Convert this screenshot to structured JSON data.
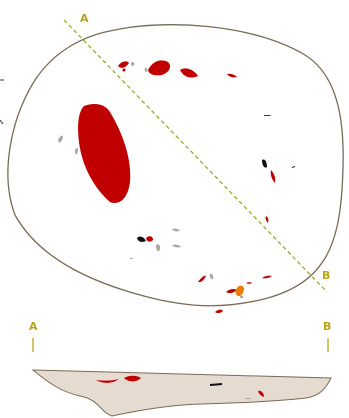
{
  "section_line": {
    "start_label": "A",
    "end_label": "B"
  },
  "profile": {
    "start_label": "A",
    "end_label": "B"
  },
  "colors": {
    "outline": "#7a6a55",
    "section_line": "#9aab2a",
    "label": "#b9a41a",
    "red_find": "#c00000",
    "grey_find": "#a8a8a8",
    "black_find": "#111111",
    "orange_find": "#f07a00",
    "profile_fill": "#e5dbd0",
    "profile_stroke": "#7a6a55"
  }
}
